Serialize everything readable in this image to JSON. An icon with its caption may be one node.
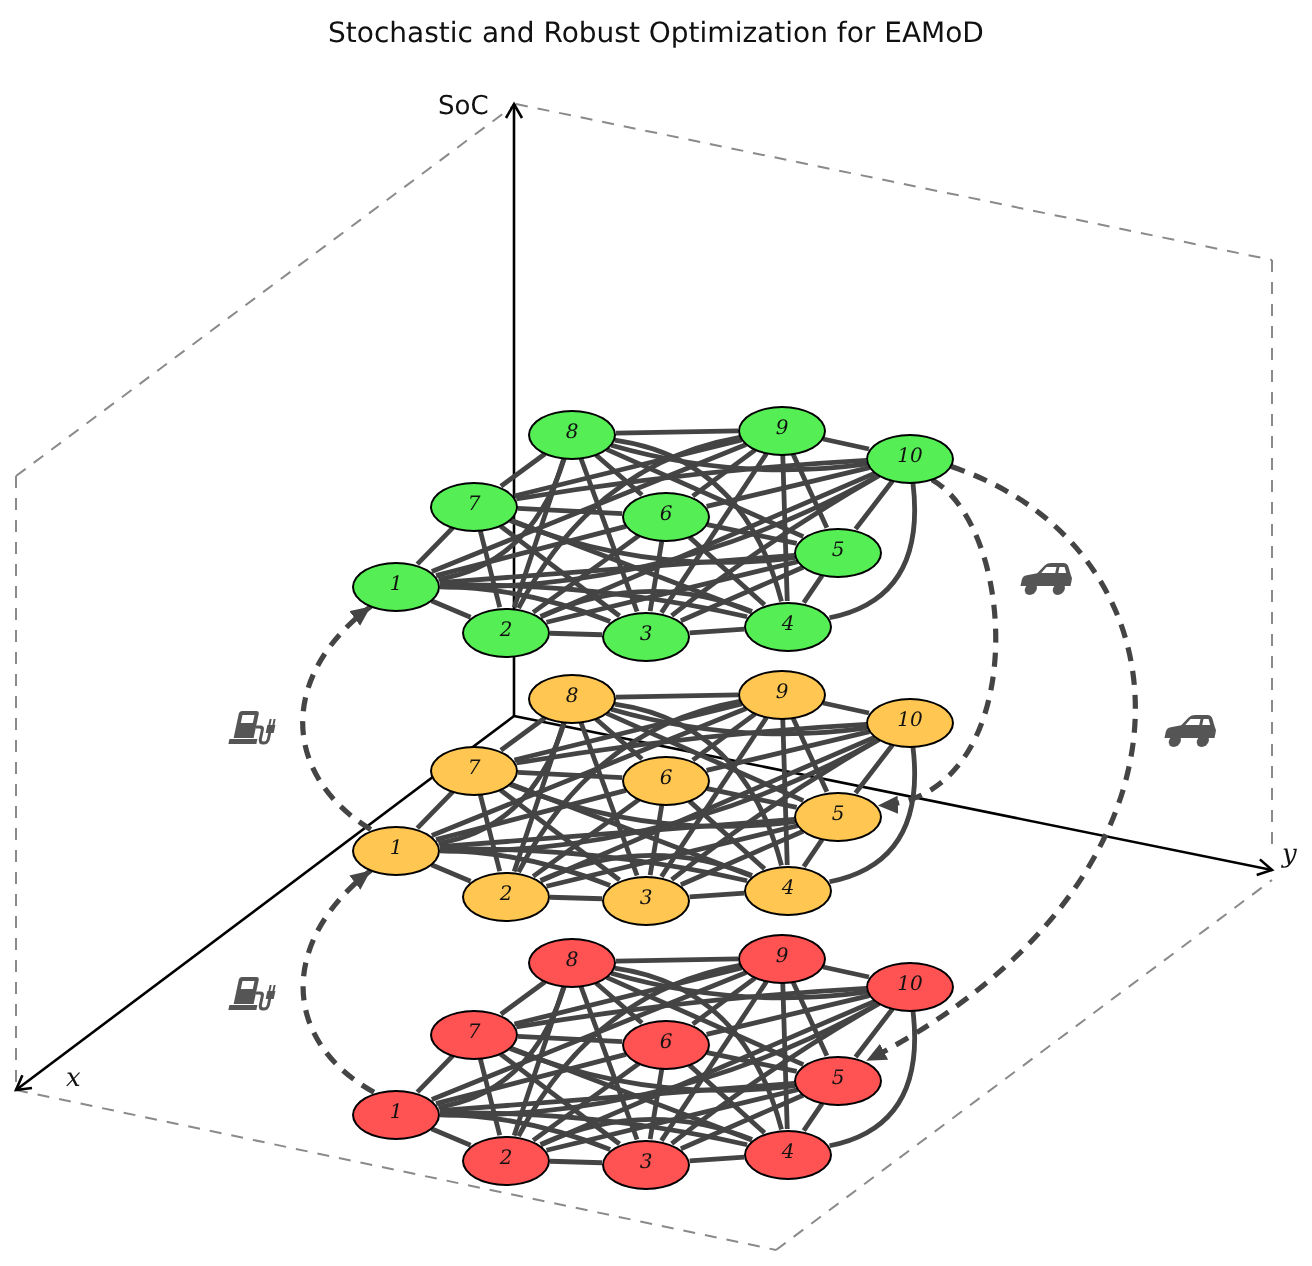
{
  "diagram": {
    "title": "Stochastic and Robust Optimization for EAMoD",
    "nodes": [
      {
        "text": [
          "1"
        ]
      },
      {
        "text": [
          "2"
        ]
      },
      {
        "text": [
          "3"
        ]
      },
      {
        "text": [
          "4"
        ]
      },
      {
        "text": [
          "5"
        ]
      },
      {
        "text": [
          "6"
        ]
      },
      {
        "text": [
          "7"
        ]
      },
      {
        "text": [
          "8"
        ]
      },
      {
        "text": [
          "9"
        ]
      },
      {
        "text": [
          "10"
        ]
      },
      {
        "text": [
          "1"
        ]
      },
      {
        "text": [
          "2"
        ]
      },
      {
        "text": [
          "3"
        ]
      },
      {
        "text": [
          "4"
        ]
      },
      {
        "text": [
          "5"
        ]
      },
      {
        "text": [
          "6"
        ]
      },
      {
        "text": [
          "7"
        ]
      },
      {
        "text": [
          "8"
        ]
      },
      {
        "text": [
          "9"
        ]
      },
      {
        "text": [
          "10"
        ]
      },
      {
        "text": [
          "1"
        ]
      },
      {
        "text": [
          "2"
        ]
      },
      {
        "text": [
          "3"
        ]
      },
      {
        "text": [
          "4"
        ]
      },
      {
        "text": [
          "5"
        ]
      },
      {
        "text": [
          "6"
        ]
      },
      {
        "text": [
          "7"
        ]
      },
      {
        "text": [
          "8"
        ]
      },
      {
        "text": [
          "9"
        ]
      },
      {
        "text": [
          "10"
        ]
      }
    ],
    "edges": [
      {
        "from": 0,
        "to": 1,
        "arrow": "none"
      },
      {
        "from": 0,
        "to": 2,
        "arrow": "none"
      },
      {
        "from": 0,
        "to": 3,
        "arrow": "none"
      },
      {
        "from": 0,
        "to": 4,
        "arrow": "none"
      },
      {
        "from": 0,
        "to": 5,
        "arrow": "none"
      },
      {
        "from": 0,
        "to": 6,
        "arrow": "none"
      },
      {
        "from": 0,
        "to": 7,
        "arrow": "none"
      },
      {
        "from": 0,
        "to": 8,
        "arrow": "none"
      },
      {
        "from": 0,
        "to": 9,
        "arrow": "none"
      },
      {
        "from": 1,
        "to": 2,
        "arrow": "none"
      },
      {
        "from": 1,
        "to": 3,
        "arrow": "none"
      },
      {
        "from": 1,
        "to": 4,
        "arrow": "none"
      },
      {
        "from": 1,
        "to": 5,
        "arrow": "none"
      },
      {
        "from": 1,
        "to": 6,
        "arrow": "none"
      },
      {
        "from": 1,
        "to": 7,
        "arrow": "none"
      },
      {
        "from": 1,
        "to": 8,
        "arrow": "none"
      },
      {
        "from": 1,
        "to": 9,
        "arrow": "none"
      },
      {
        "from": 2,
        "to": 3,
        "arrow": "none"
      },
      {
        "from": 2,
        "to": 4,
        "arrow": "none"
      },
      {
        "from": 2,
        "to": 5,
        "arrow": "none"
      },
      {
        "from": 2,
        "to": 6,
        "arrow": "none"
      },
      {
        "from": 2,
        "to": 7,
        "arrow": "none"
      },
      {
        "from": 2,
        "to": 8,
        "arrow": "none"
      },
      {
        "from": 2,
        "to": 9,
        "arrow": "none"
      },
      {
        "from": 3,
        "to": 4,
        "arrow": "none"
      },
      {
        "from": 3,
        "to": 5,
        "arrow": "none"
      },
      {
        "from": 3,
        "to": 6,
        "arrow": "none"
      },
      {
        "from": 3,
        "to": 7,
        "arrow": "none"
      },
      {
        "from": 3,
        "to": 8,
        "arrow": "none"
      },
      {
        "from": 3,
        "to": 9,
        "arrow": "none"
      },
      {
        "from": 4,
        "to": 5,
        "arrow": "none"
      },
      {
        "from": 4,
        "to": 6,
        "arrow": "none"
      },
      {
        "from": 4,
        "to": 7,
        "arrow": "none"
      },
      {
        "from": 4,
        "to": 8,
        "arrow": "none"
      },
      {
        "from": 4,
        "to": 9,
        "arrow": "none"
      },
      {
        "from": 5,
        "to": 6,
        "arrow": "none"
      },
      {
        "from": 5,
        "to": 7,
        "arrow": "none"
      },
      {
        "from": 5,
        "to": 8,
        "arrow": "none"
      },
      {
        "from": 5,
        "to": 9,
        "arrow": "none"
      },
      {
        "from": 6,
        "to": 7,
        "arrow": "none"
      },
      {
        "from": 6,
        "to": 8,
        "arrow": "none"
      },
      {
        "from": 6,
        "to": 9,
        "arrow": "none"
      },
      {
        "from": 7,
        "to": 8,
        "arrow": "none"
      },
      {
        "from": 7,
        "to": 9,
        "arrow": "none"
      },
      {
        "from": 8,
        "to": 9,
        "arrow": "none"
      },
      {
        "from": 10,
        "to": 11,
        "arrow": "none"
      },
      {
        "from": 10,
        "to": 12,
        "arrow": "none"
      },
      {
        "from": 10,
        "to": 13,
        "arrow": "none"
      },
      {
        "from": 10,
        "to": 14,
        "arrow": "none"
      },
      {
        "from": 10,
        "to": 15,
        "arrow": "none"
      },
      {
        "from": 10,
        "to": 16,
        "arrow": "none"
      },
      {
        "from": 10,
        "to": 17,
        "arrow": "none"
      },
      {
        "from": 10,
        "to": 18,
        "arrow": "none"
      },
      {
        "from": 10,
        "to": 19,
        "arrow": "none"
      },
      {
        "from": 11,
        "to": 12,
        "arrow": "none"
      },
      {
        "from": 11,
        "to": 13,
        "arrow": "none"
      },
      {
        "from": 11,
        "to": 14,
        "arrow": "none"
      },
      {
        "from": 11,
        "to": 15,
        "arrow": "none"
      },
      {
        "from": 11,
        "to": 16,
        "arrow": "none"
      },
      {
        "from": 11,
        "to": 17,
        "arrow": "none"
      },
      {
        "from": 11,
        "to": 18,
        "arrow": "none"
      },
      {
        "from": 11,
        "to": 19,
        "arrow": "none"
      },
      {
        "from": 12,
        "to": 13,
        "arrow": "none"
      },
      {
        "from": 12,
        "to": 14,
        "arrow": "none"
      },
      {
        "from": 12,
        "to": 15,
        "arrow": "none"
      },
      {
        "from": 12,
        "to": 16,
        "arrow": "none"
      },
      {
        "from": 12,
        "to": 17,
        "arrow": "none"
      },
      {
        "from": 12,
        "to": 18,
        "arrow": "none"
      },
      {
        "from": 12,
        "to": 19,
        "arrow": "none"
      },
      {
        "from": 13,
        "to": 14,
        "arrow": "none"
      },
      {
        "from": 13,
        "to": 15,
        "arrow": "none"
      },
      {
        "from": 13,
        "to": 16,
        "arrow": "none"
      },
      {
        "from": 13,
        "to": 17,
        "arrow": "none"
      },
      {
        "from": 13,
        "to": 18,
        "arrow": "none"
      },
      {
        "from": 13,
        "to": 19,
        "arrow": "none"
      },
      {
        "from": 14,
        "to": 15,
        "arrow": "none"
      },
      {
        "from": 14,
        "to": 16,
        "arrow": "none"
      },
      {
        "from": 14,
        "to": 17,
        "arrow": "none"
      },
      {
        "from": 14,
        "to": 18,
        "arrow": "none"
      },
      {
        "from": 14,
        "to": 19,
        "arrow": "none"
      },
      {
        "from": 15,
        "to": 16,
        "arrow": "none"
      },
      {
        "from": 15,
        "to": 17,
        "arrow": "none"
      },
      {
        "from": 15,
        "to": 18,
        "arrow": "none"
      },
      {
        "from": 15,
        "to": 19,
        "arrow": "none"
      },
      {
        "from": 16,
        "to": 17,
        "arrow": "none"
      },
      {
        "from": 16,
        "to": 18,
        "arrow": "none"
      },
      {
        "from": 16,
        "to": 19,
        "arrow": "none"
      },
      {
        "from": 17,
        "to": 18,
        "arrow": "none"
      },
      {
        "from": 17,
        "to": 19,
        "arrow": "none"
      },
      {
        "from": 18,
        "to": 19,
        "arrow": "none"
      },
      {
        "from": 20,
        "to": 21,
        "arrow": "none"
      },
      {
        "from": 20,
        "to": 22,
        "arrow": "none"
      },
      {
        "from": 20,
        "to": 23,
        "arrow": "none"
      },
      {
        "from": 20,
        "to": 24,
        "arrow": "none"
      },
      {
        "from": 20,
        "to": 25,
        "arrow": "none"
      },
      {
        "from": 20,
        "to": 26,
        "arrow": "none"
      },
      {
        "from": 20,
        "to": 27,
        "arrow": "none"
      },
      {
        "from": 20,
        "to": 28,
        "arrow": "none"
      },
      {
        "from": 20,
        "to": 29,
        "arrow": "none"
      },
      {
        "from": 21,
        "to": 22,
        "arrow": "none"
      },
      {
        "from": 21,
        "to": 23,
        "arrow": "none"
      },
      {
        "from": 21,
        "to": 24,
        "arrow": "none"
      },
      {
        "from": 21,
        "to": 25,
        "arrow": "none"
      },
      {
        "from": 21,
        "to": 26,
        "arrow": "none"
      },
      {
        "from": 21,
        "to": 27,
        "arrow": "none"
      },
      {
        "from": 21,
        "to": 28,
        "arrow": "none"
      },
      {
        "from": 21,
        "to": 29,
        "arrow": "none"
      },
      {
        "from": 22,
        "to": 23,
        "arrow": "none"
      },
      {
        "from": 22,
        "to": 24,
        "arrow": "none"
      },
      {
        "from": 22,
        "to": 25,
        "arrow": "none"
      },
      {
        "from": 22,
        "to": 26,
        "arrow": "none"
      },
      {
        "from": 22,
        "to": 27,
        "arrow": "none"
      },
      {
        "from": 22,
        "to": 28,
        "arrow": "none"
      },
      {
        "from": 22,
        "to": 29,
        "arrow": "none"
      },
      {
        "from": 23,
        "to": 24,
        "arrow": "none"
      },
      {
        "from": 23,
        "to": 25,
        "arrow": "none"
      },
      {
        "from": 23,
        "to": 26,
        "arrow": "none"
      },
      {
        "from": 23,
        "to": 27,
        "arrow": "none"
      },
      {
        "from": 23,
        "to": 28,
        "arrow": "none"
      },
      {
        "from": 23,
        "to": 29,
        "arrow": "none"
      },
      {
        "from": 24,
        "to": 25,
        "arrow": "none"
      },
      {
        "from": 24,
        "to": 26,
        "arrow": "none"
      },
      {
        "from": 24,
        "to": 27,
        "arrow": "none"
      },
      {
        "from": 24,
        "to": 28,
        "arrow": "none"
      },
      {
        "from": 24,
        "to": 29,
        "arrow": "none"
      },
      {
        "from": 25,
        "to": 26,
        "arrow": "none"
      },
      {
        "from": 25,
        "to": 27,
        "arrow": "none"
      },
      {
        "from": 25,
        "to": 28,
        "arrow": "none"
      },
      {
        "from": 25,
        "to": 29,
        "arrow": "none"
      },
      {
        "from": 26,
        "to": 27,
        "arrow": "none"
      },
      {
        "from": 26,
        "to": 28,
        "arrow": "none"
      },
      {
        "from": 26,
        "to": 29,
        "arrow": "none"
      },
      {
        "from": 27,
        "to": 28,
        "arrow": "none"
      },
      {
        "from": 27,
        "to": 29,
        "arrow": "none"
      },
      {
        "from": 28,
        "to": 29,
        "arrow": "none"
      },
      {
        "from": 20,
        "to": 10,
        "arrow": "to",
        "style": "dashed"
      },
      {
        "from": 10,
        "to": 0,
        "arrow": "to",
        "style": "dashed"
      },
      {
        "from": 9,
        "to": 14,
        "arrow": "to",
        "style": "dashed"
      },
      {
        "from": 9,
        "to": 24,
        "arrow": "to",
        "style": "dashed"
      }
    ],
    "labels": [
      "SoC",
      "y",
      "x"
    ]
  }
}
